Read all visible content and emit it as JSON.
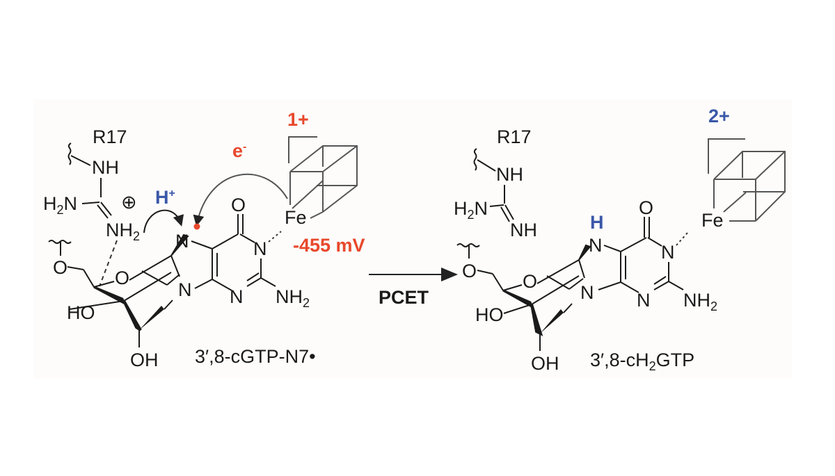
{
  "figure": {
    "reactant": {
      "label": "3′,8-cGTP-N7•",
      "residue": "R17",
      "guanidinium": {
        "nh": "NH",
        "h2n": "H2N",
        "nh2": "NH2",
        "charge": "⊕"
      },
      "proton": "H+",
      "electron": "e-",
      "cluster_charge": "1+",
      "potential": "-455 mV",
      "fe": "Fe",
      "oh1": "HO",
      "oh2": "OH",
      "o_ring": "O",
      "o_link": "O",
      "n7": "N",
      "n9": "N",
      "n1": "N",
      "n3": "N",
      "carbonyl_o": "O",
      "amine": "NH2"
    },
    "arrow": {
      "label": "PCET"
    },
    "product": {
      "label": "3′,8-cH2GTP",
      "residue": "R17",
      "guanidine": {
        "nh": "NH",
        "h2n": "H2N",
        "nh_imine": "NH"
      },
      "added_h": "H",
      "cluster_charge": "2+",
      "fe": "Fe",
      "oh1": "HO",
      "oh2": "OH",
      "o_ring": "O",
      "o_link": "O",
      "n7": "N",
      "n9": "N",
      "n1": "N",
      "n3": "N",
      "carbonyl_o": "O",
      "amine": "NH2"
    },
    "colors": {
      "electron_red": "#e8482c",
      "proton_blue": "#3a58a8",
      "ink": "#1a1a1a"
    }
  }
}
